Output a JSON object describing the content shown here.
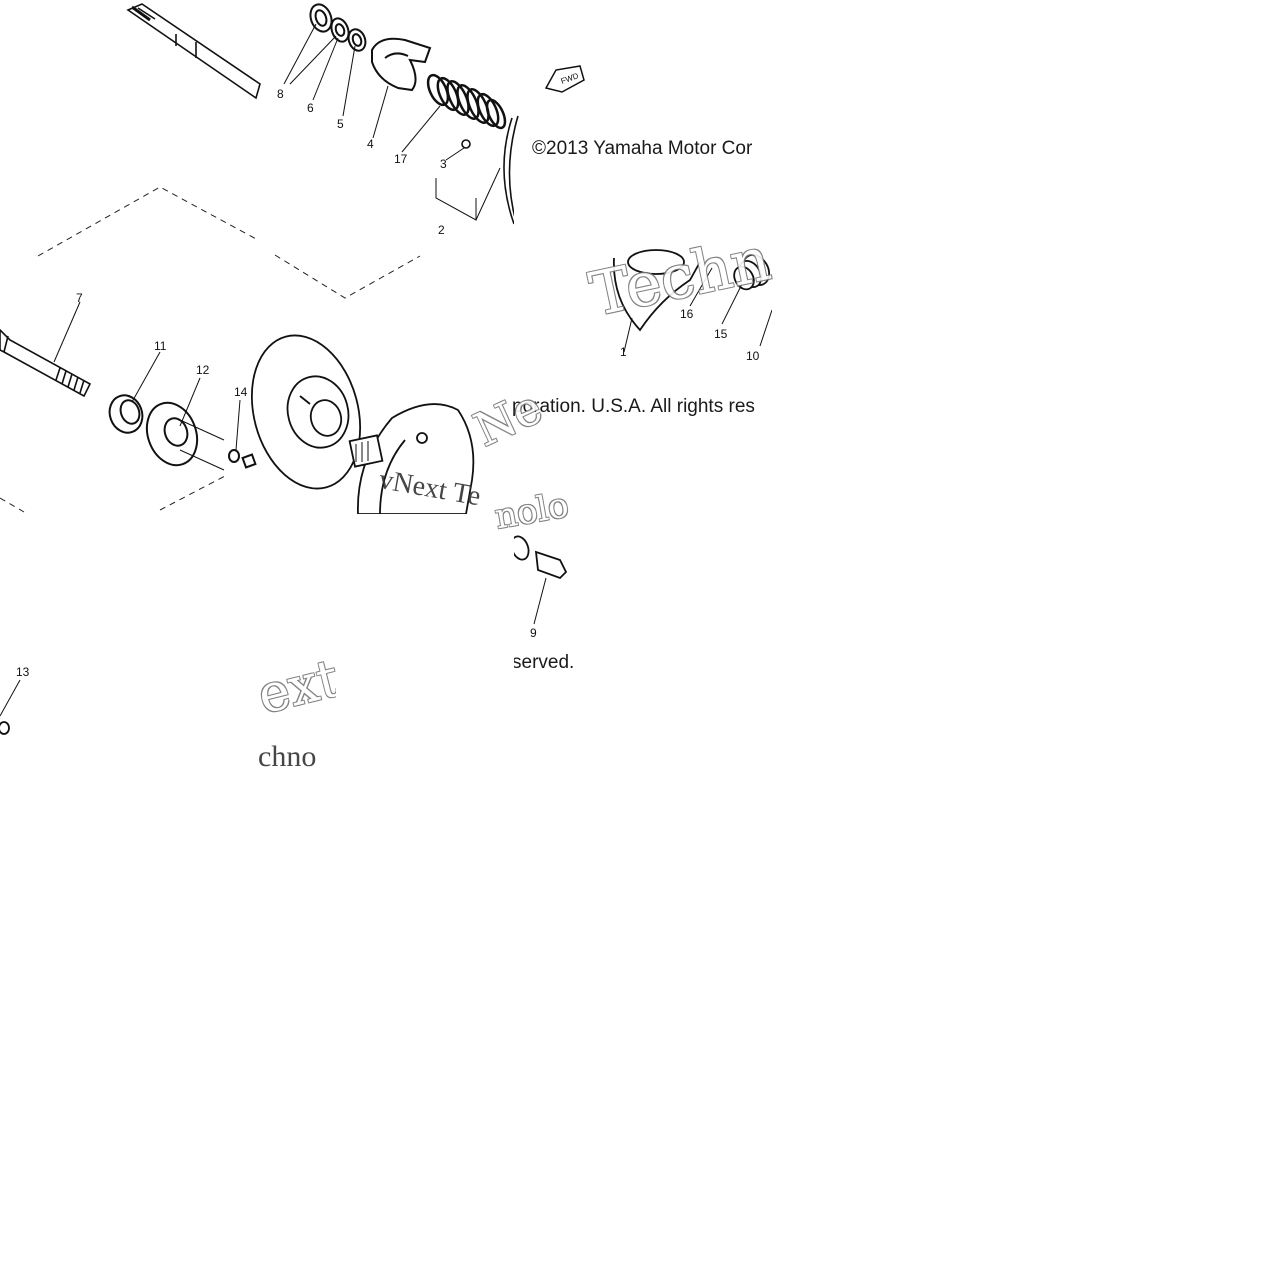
{
  "copyright": {
    "line1": "©2013 Yamaha Motor Cor",
    "line2": "poration. U.S.A. All rights res",
    "line3": "served."
  },
  "watermarks": {
    "tech_top": "Techn",
    "next_mid": "Ne",
    "next_tech": "vNext Te",
    "nolo": "nolo",
    "ext": "ext",
    "chno": "chno"
  },
  "part_labels": [
    "8",
    "6",
    "5",
    "4",
    "17",
    "3",
    "2",
    "7",
    "11",
    "12",
    "14",
    "16",
    "15",
    "10",
    "1",
    "9",
    "13"
  ],
  "fwd_label": "FWD"
}
